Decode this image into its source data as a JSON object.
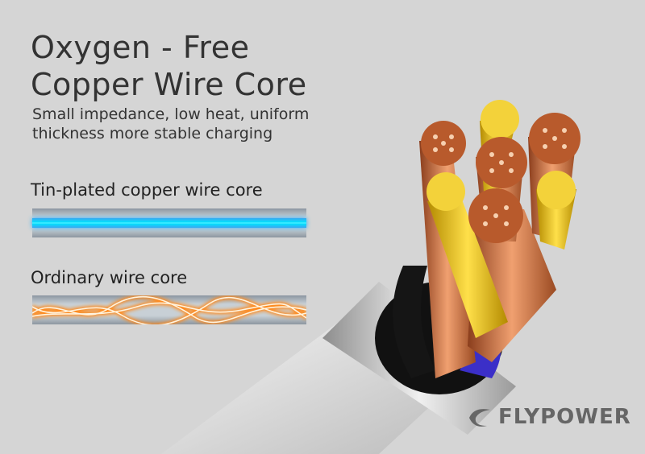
{
  "headline": {
    "line1": "Oxygen - Free",
    "line2": "Copper Wire Core"
  },
  "subheadline": {
    "line1": "Small impedance, low heat, uniform",
    "line2": "thickness more stable charging"
  },
  "comparison": [
    {
      "label": "Tin-plated copper wire core",
      "color": "#00d8ff"
    },
    {
      "label": "Ordinary wire core",
      "color": "#ff8a1a"
    }
  ],
  "brand": {
    "name": "FLYPOWER"
  }
}
